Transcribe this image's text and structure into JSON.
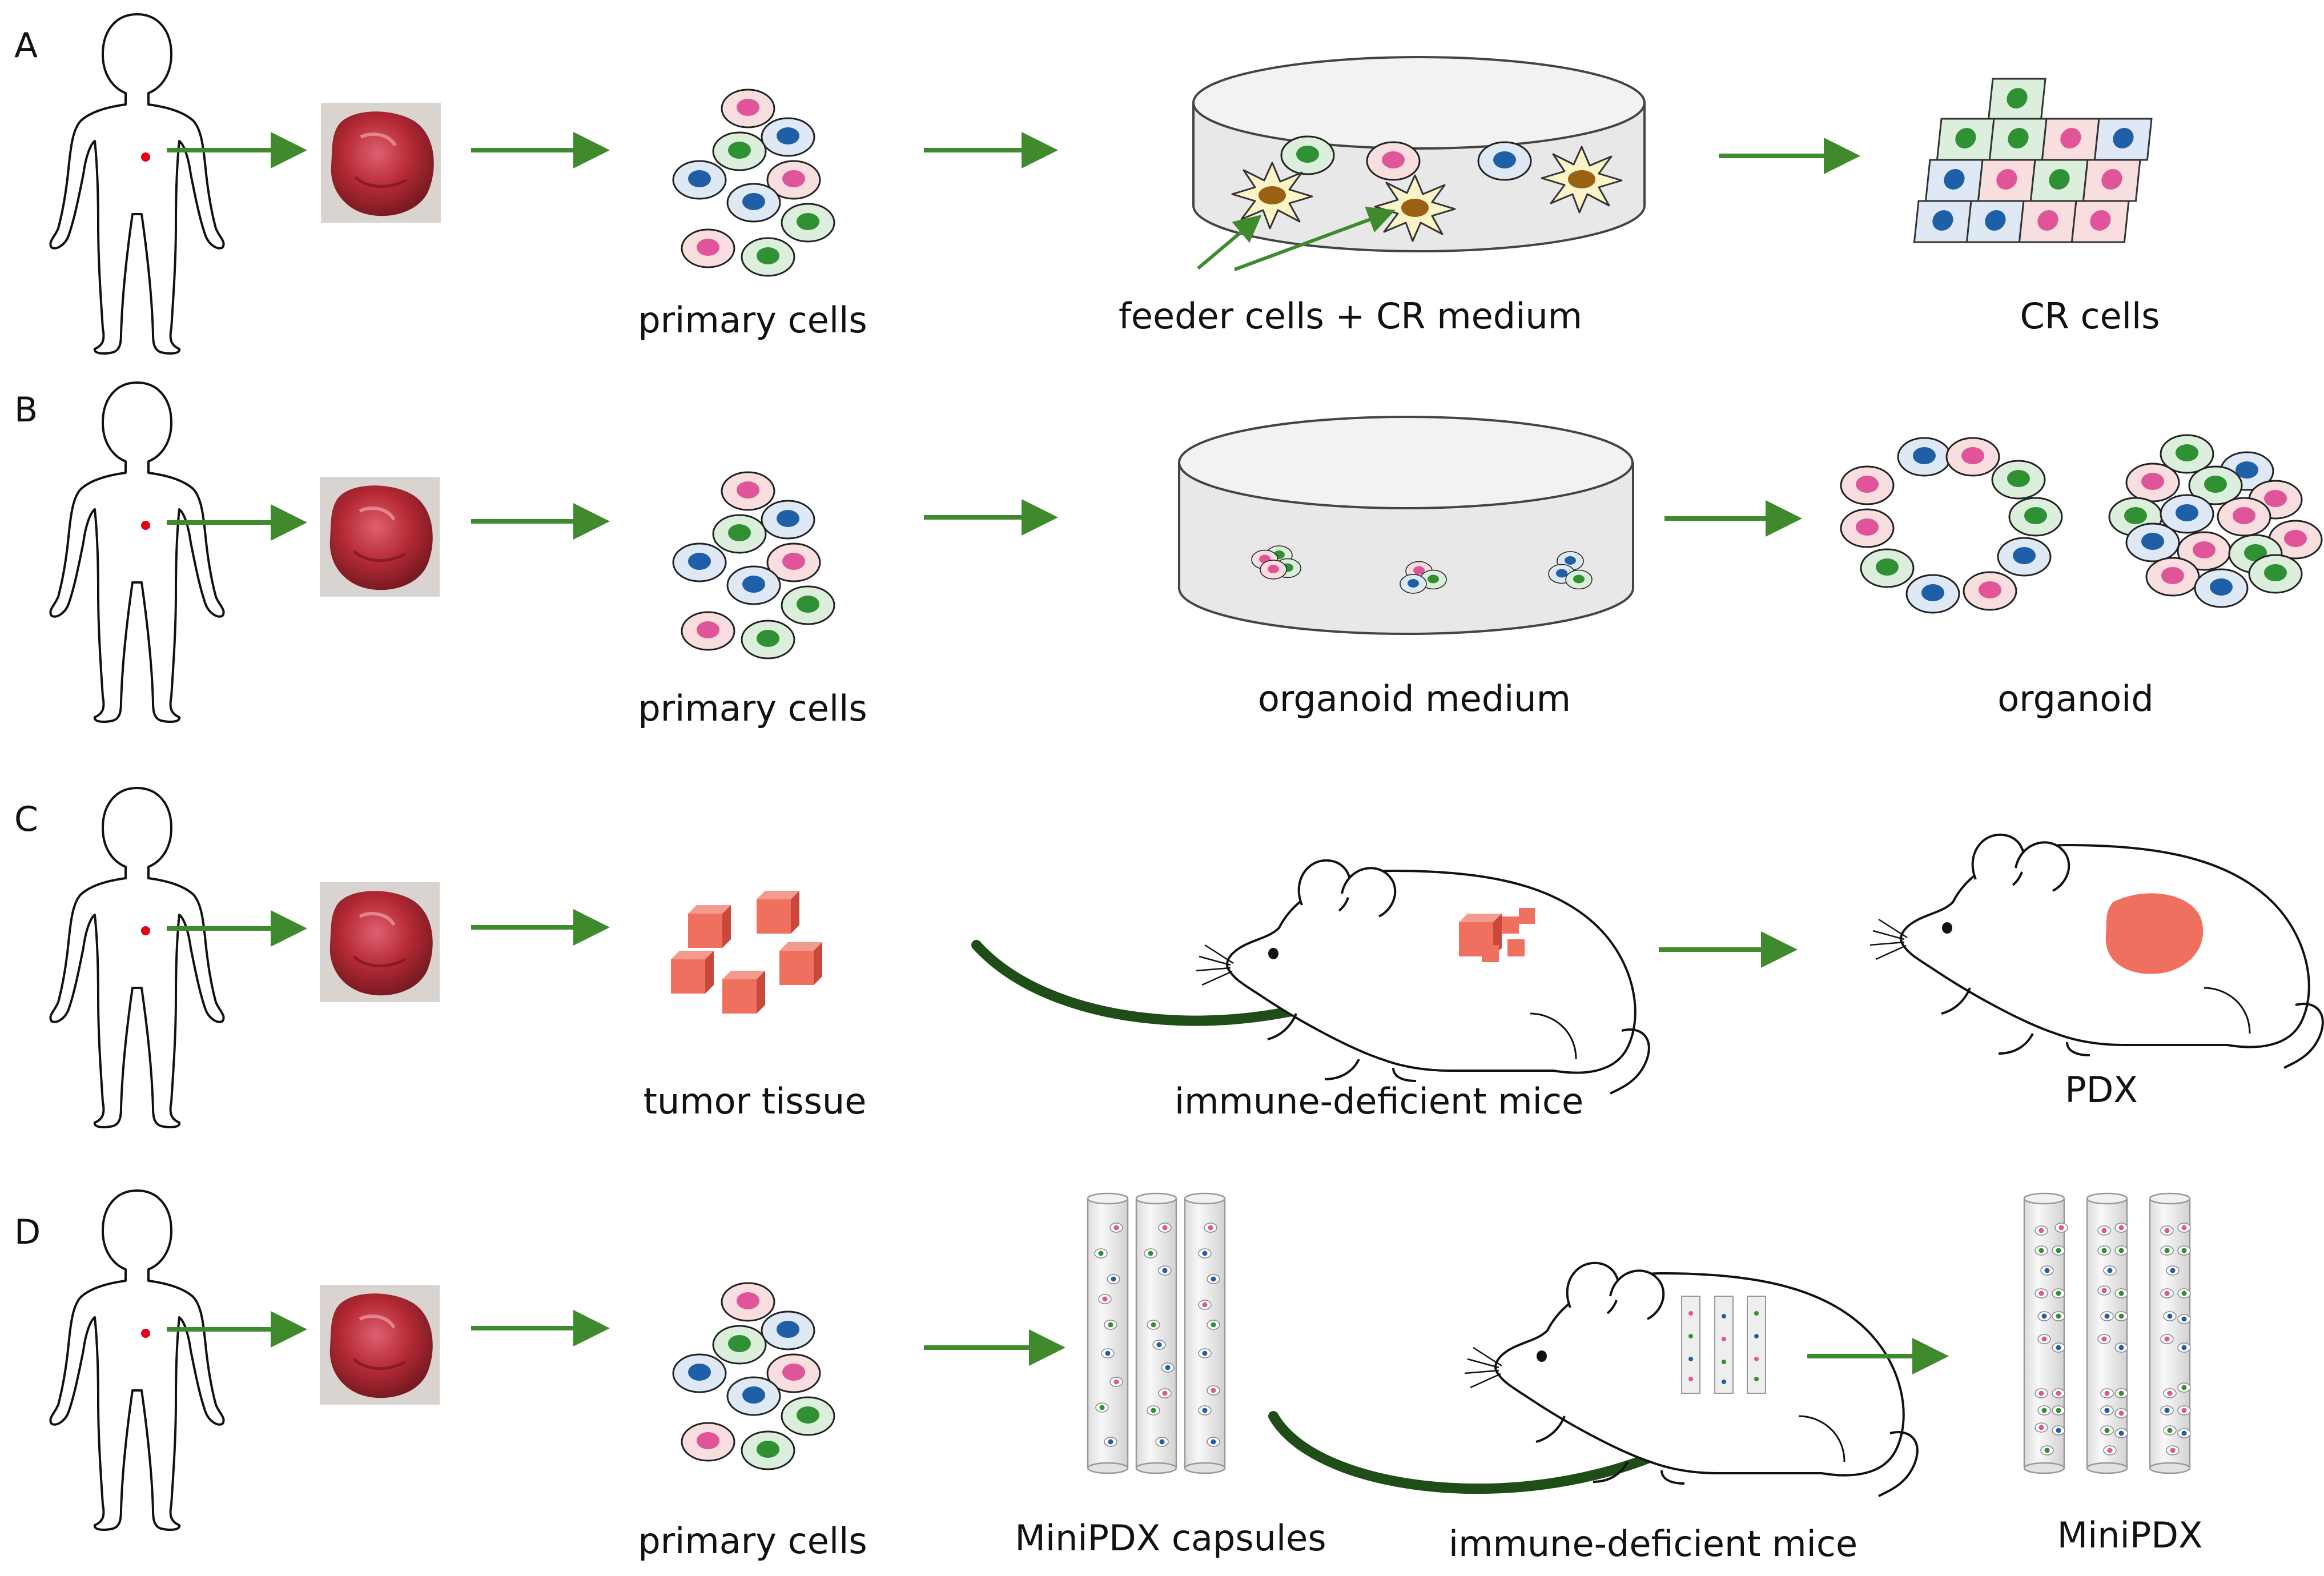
{
  "rows": [
    {
      "letter": "A",
      "labels": [
        "primary cells",
        "feeder cells + CR medium",
        "CR cells"
      ]
    },
    {
      "letter": "B",
      "labels": [
        "primary cells",
        "organoid medium",
        "organoid"
      ]
    },
    {
      "letter": "C",
      "labels": [
        "tumor tissue",
        "immune-deficient mice",
        "PDX"
      ]
    },
    {
      "letter": "D",
      "labels": [
        "primary cells",
        "MiniPDX  capsules",
        "immune-deficient mice",
        "MiniPDX"
      ]
    }
  ],
  "colors": {
    "arrow": "#3f8a2d",
    "arrow_dark": "#1f4d17",
    "cell_pink": "#e0559a",
    "cell_pink_bg": "#f8dede",
    "cell_blue": "#1f5fa8",
    "cell_blue_bg": "#dfe8f5",
    "cell_green": "#2f9134",
    "cell_green_bg": "#dcefdc",
    "tissue": "#f07060",
    "tumor": "#b3242c",
    "dish": "#e8e8e8"
  }
}
